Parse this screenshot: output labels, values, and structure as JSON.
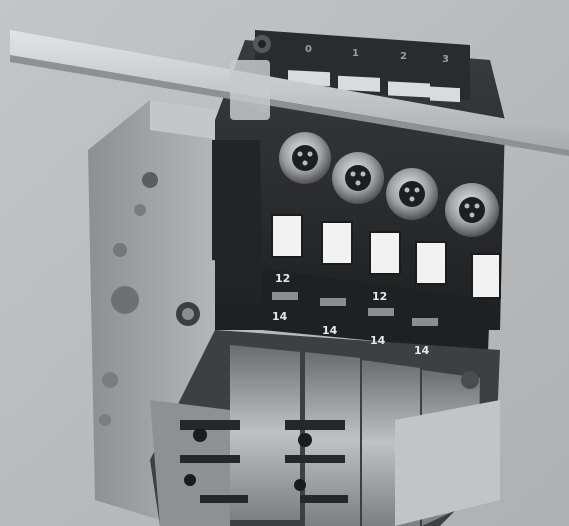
{
  "photo": {
    "channel_labels": [
      "0",
      "1",
      "2",
      "3"
    ],
    "port_labels_top": [
      "12",
      "12"
    ],
    "port_labels_bottom": [
      "14",
      "14",
      "14",
      "14"
    ]
  },
  "colors": {
    "background": "#b9bbbd",
    "housing_dark": "#2b2c2e",
    "housing_mid": "#545658",
    "metal": "#9fa2a4",
    "rail": "#c9cacb",
    "label_white": "#f2f2f2"
  }
}
